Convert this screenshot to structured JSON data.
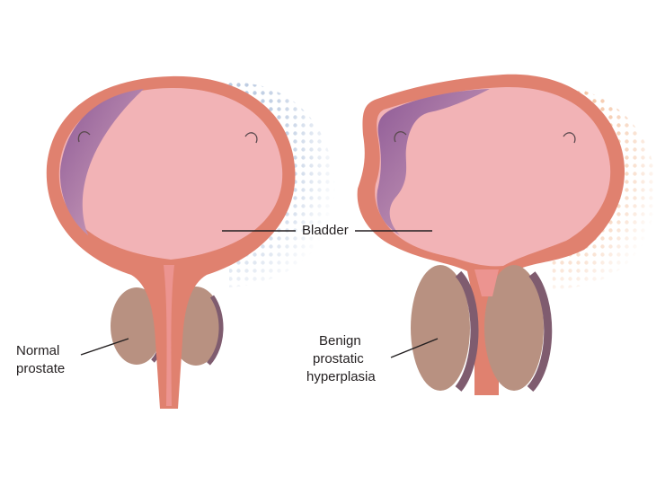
{
  "labels": {
    "bladder": "Bladder",
    "normal": [
      "Normal",
      "prostate"
    ],
    "bph": [
      "Benign",
      "prostatic",
      "hyperplasia"
    ]
  },
  "colors": {
    "wall": "#e0816f",
    "wall_outline": "#d56f5f",
    "lumen": "#f2b3b6",
    "lumen_light": "#f6c4c6",
    "shadow_purple": "#8e5a96",
    "prostate": "#b89181",
    "prostate_edge": "#7f5c6f",
    "urethra": "#ec9490",
    "dots_left": "#b9c9e0",
    "dots_right": "#f4c6a7",
    "text": "#231f20"
  },
  "icons": [
    "ureter-opening-icon",
    "ureter-opening-icon",
    "ureter-opening-icon",
    "ureter-opening-icon"
  ]
}
